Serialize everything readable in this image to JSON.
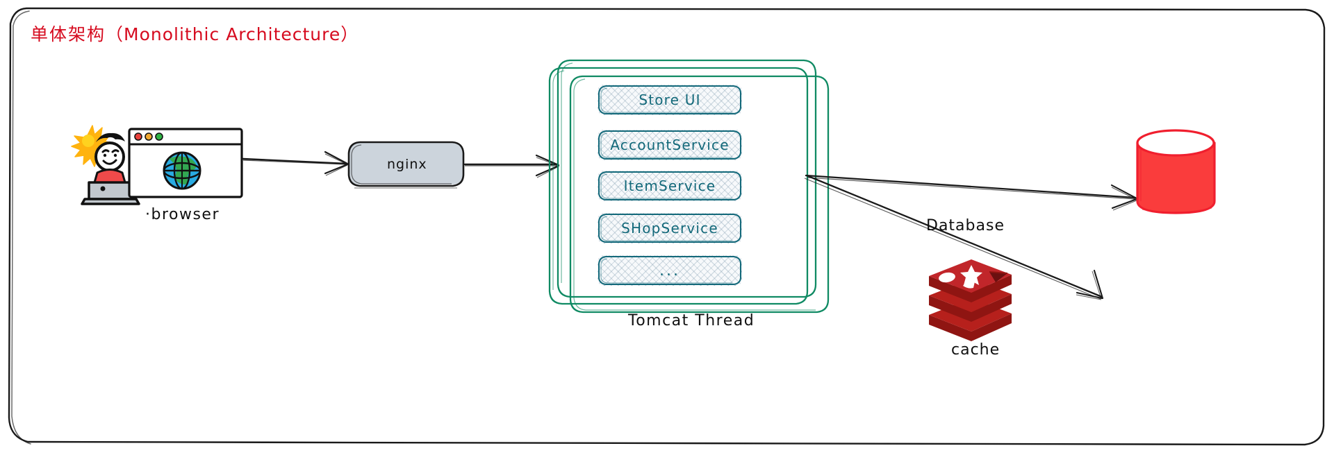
{
  "diagram": {
    "title_cjk": "单体架构",
    "title_en": "（Monolithic Architecture）",
    "title_full": "单体架构（Monolithic Architecture）",
    "title_color": "#d60a1e",
    "background": "#ffffff",
    "frame_style": "hand-drawn rounded rectangle border"
  },
  "client": {
    "person_icon": "stick-figure-person-with-laptop",
    "sun_icon": "sun-burst",
    "browser_icon": "browser-window-with-globe",
    "browser_dots": [
      "#e8403a",
      "#f0a830",
      "#2fb344"
    ],
    "globe_colors": {
      "ocean": "#29abe2",
      "land": "#33a852"
    },
    "label": "·browser"
  },
  "gateway": {
    "label": "nginx",
    "fill": "#ccd4dc",
    "stroke": "#1a1a1a"
  },
  "tomcat": {
    "label": "Tomcat Thread",
    "container_stroke": "#0f8a63",
    "container_count": 3,
    "services": [
      {
        "name": "Store UI"
      },
      {
        "name": "AccountService"
      },
      {
        "name": "ItemService"
      },
      {
        "name": "SHopService"
      },
      {
        "name": "..."
      }
    ],
    "service_stroke": "#13697a",
    "service_fill": "#f7f9fb",
    "service_pattern": "cross-hatch"
  },
  "storage": [
    {
      "label": "Database",
      "icon": "database-cylinder",
      "color": "#fa3c3c"
    },
    {
      "label": "cache",
      "icon": "redis-stack-logo",
      "color": "#b6201c"
    }
  ],
  "connections": [
    {
      "from": "browser",
      "to": "nginx"
    },
    {
      "from": "nginx",
      "to": "tomcat"
    },
    {
      "from": "tomcat",
      "to": "Database"
    },
    {
      "from": "tomcat",
      "to": "cache"
    }
  ]
}
